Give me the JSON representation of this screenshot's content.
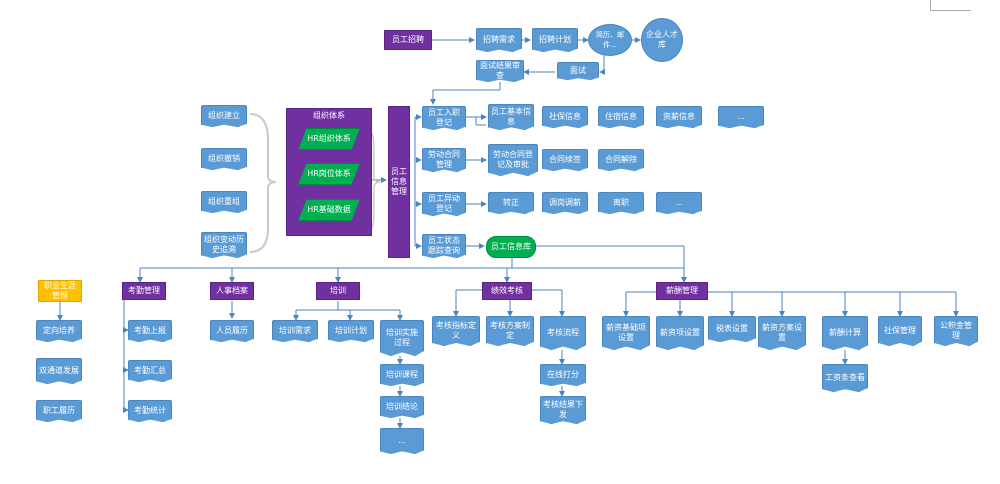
{
  "nodes": {
    "recruit": "员工招聘",
    "recruit_demand": "招聘需求",
    "recruit_plan": "招聘计划",
    "resume": "简历、邮件...",
    "talent_pool": "企业人才库",
    "interview_result": "面试结果审查",
    "interview": "面试",
    "org_build": "组织建立",
    "org_adjust": "组织撤销",
    "org_rebuild": "组织重组",
    "org_history": "组织变动历史追溯",
    "org_system": "组织体系",
    "hr_org": "HR组织体系",
    "hr_post": "HR岗位体系",
    "hr_base": "HR基础数据",
    "emp_info_mgmt": "员工信息管理",
    "onboard": "员工入职登记",
    "contract": "劳动合同管理",
    "transfer": "员工异动登记",
    "status_query": "员工状态跟踪查询",
    "basic_info": "员工基本信息",
    "social_info": "社保信息",
    "dorm_info": "住宿信息",
    "salary_info": "资薪信息",
    "more1": "...",
    "contract_reg": "劳动合同登记及审批",
    "contract_renew": "合同续签",
    "contract_end": "合同解除",
    "regular": "转正",
    "transfer_job": "调岗调薪",
    "resign": "离职",
    "more2": "...",
    "emp_db": "员工信息库",
    "career": "职业生涯管理",
    "attendance": "考勤管理",
    "personnel": "人事档案",
    "training": "培训",
    "performance": "绩效考核",
    "payroll": "薪酬管理",
    "career_train": "定向培养",
    "dual_path": "双通道发展",
    "emp_history": "职工履历",
    "att_report": "考勤上报",
    "att_summary": "考勤汇总",
    "att_stats": "考勤统计",
    "personal_resume": "人员履历",
    "train_demand": "培训需求",
    "train_plan": "培训计划",
    "train_process": "培训实施过程",
    "train_course": "培训课程",
    "train_result": "培训结论",
    "more3": "...",
    "kpi_def": "考核指标定义",
    "plan_make": "考核方案制定",
    "eval_flow": "考核流程",
    "online_score": "在线打分",
    "eval_result": "考核结果下发",
    "salary_base": "薪资基础项设置",
    "salary_item": "薪资项设置",
    "tax": "税表设置",
    "salary_plan": "薪资方案设置",
    "salary_calc": "薪酬计算",
    "wage_query": "工资条查看",
    "social_mgmt": "社保管理",
    "fund_mgmt": "公积金管理"
  },
  "colors": {
    "blue": "#5b9bd5",
    "purple": "#7030a0",
    "yellow": "#ffc000",
    "green_flow": "#00b050",
    "line": "#4a86c0",
    "bracket": "#c9c9c9"
  }
}
